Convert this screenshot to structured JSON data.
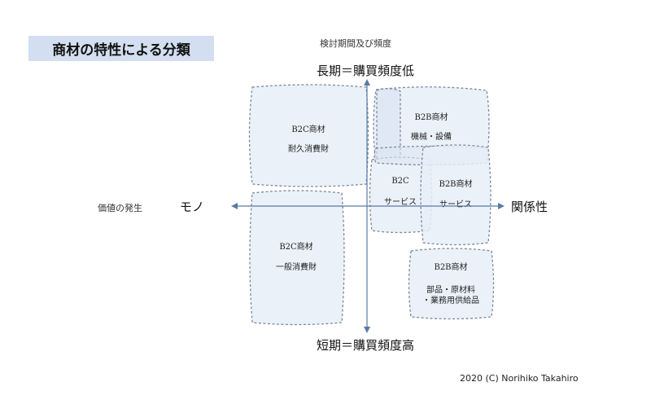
{
  "title": "商材の特性による分類",
  "axes": {
    "top_small": "検討期間及び頻度",
    "top": "長期＝購買頻度低",
    "bottom": "短期＝購買頻度高",
    "left_small": "価値の発生",
    "left": "モノ",
    "right": "関係性"
  },
  "boxes": [
    {
      "id": "b2c-durable",
      "line1": "B2C商材",
      "line2": "耐久消費財"
    },
    {
      "id": "b2c-consumer",
      "line1": "B2C商材",
      "line2": "一般消費財"
    },
    {
      "id": "b2b-equipment",
      "line1": "B2B商材",
      "line2": "機械・設備"
    },
    {
      "id": "b2c-service",
      "line1": "B2C",
      "line2": "サービス"
    },
    {
      "id": "b2b-service",
      "line1": "B2B商材",
      "line2": "サービス"
    },
    {
      "id": "b2b-parts",
      "line1": "B2B商材",
      "line2": "部品・原材料",
      "line3": "・業務用供給品"
    }
  ],
  "copyright": "2020 (C) Norihiko Takahiro",
  "colors": {
    "box_fill": "#e7eef8",
    "box_stroke": "#7d8a9a",
    "axis": "#5a7aa5",
    "title_bg": "#d3dff0"
  }
}
